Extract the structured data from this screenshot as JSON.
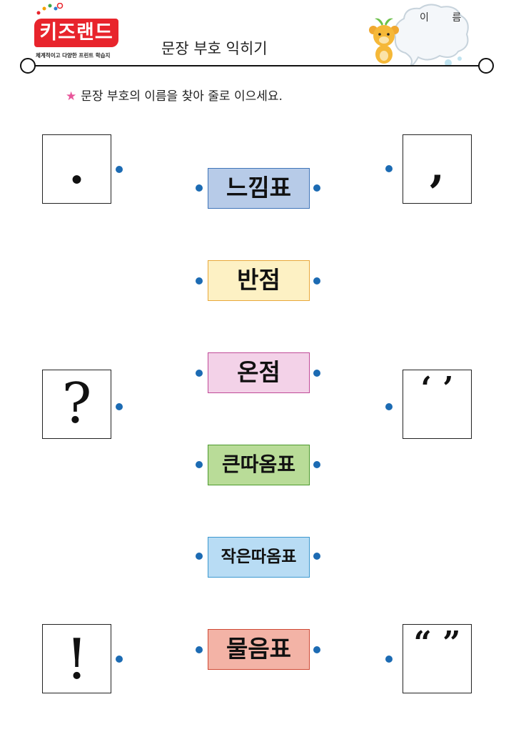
{
  "header": {
    "logo_text": "키즈랜드",
    "logo_subtitle": "체계적이고 다양한 프린트 학습지",
    "title": "문장 부호 익히기",
    "name_label": "이 름"
  },
  "instruction": {
    "icon": "star-icon",
    "text": "문장 부호의 이름을 찾아 줄로 이으세요."
  },
  "left_symbols": [
    {
      "symbol": "."
    },
    {
      "symbol": "?"
    },
    {
      "symbol": "!"
    }
  ],
  "right_symbols": [
    {
      "symbol": ","
    },
    {
      "symbol": "‘ ’"
    },
    {
      "symbol": "“ ”"
    }
  ],
  "names": [
    {
      "label": "느낌표",
      "bg": "#b7cbe8",
      "border": "#3f74b8"
    },
    {
      "label": "반점",
      "bg": "#fdf1c4",
      "border": "#e9a83a"
    },
    {
      "label": "온점",
      "bg": "#f3d2e8",
      "border": "#c04a98"
    },
    {
      "label": "큰따옴표",
      "bg": "#b9dc98",
      "border": "#4d9a2e"
    },
    {
      "label": "작은따옴표",
      "bg": "#b8dcf4",
      "border": "#3c98cf"
    },
    {
      "label": "물음표",
      "bg": "#f3b3a6",
      "border": "#cf4a36"
    }
  ],
  "colors": {
    "dot": "#1c6bb3",
    "logo": "#e8242c",
    "star": "#e8559a"
  }
}
